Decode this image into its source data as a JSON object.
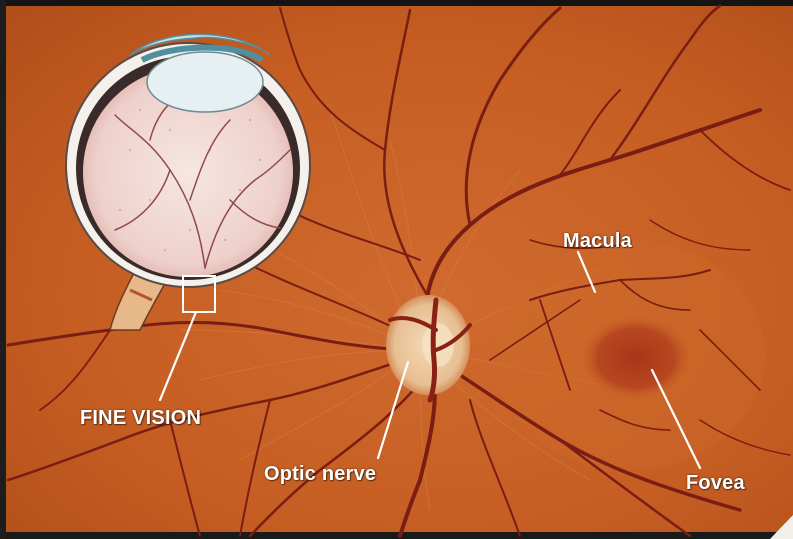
{
  "labels": {
    "macula": "Macula",
    "optic_nerve": "Optic nerve",
    "fovea": "Fovea",
    "fine_vision": "FINE VISION"
  },
  "colors": {
    "retina_base": "#c65e23",
    "vessel": "#7a1d12",
    "disc": "#e9c49a",
    "fovea": "#b2401c",
    "eyeball_interior": "#efd3cf",
    "lens": "#e6f0f3",
    "cornea": "#bfe6ee",
    "label_text": "#ffffff"
  }
}
